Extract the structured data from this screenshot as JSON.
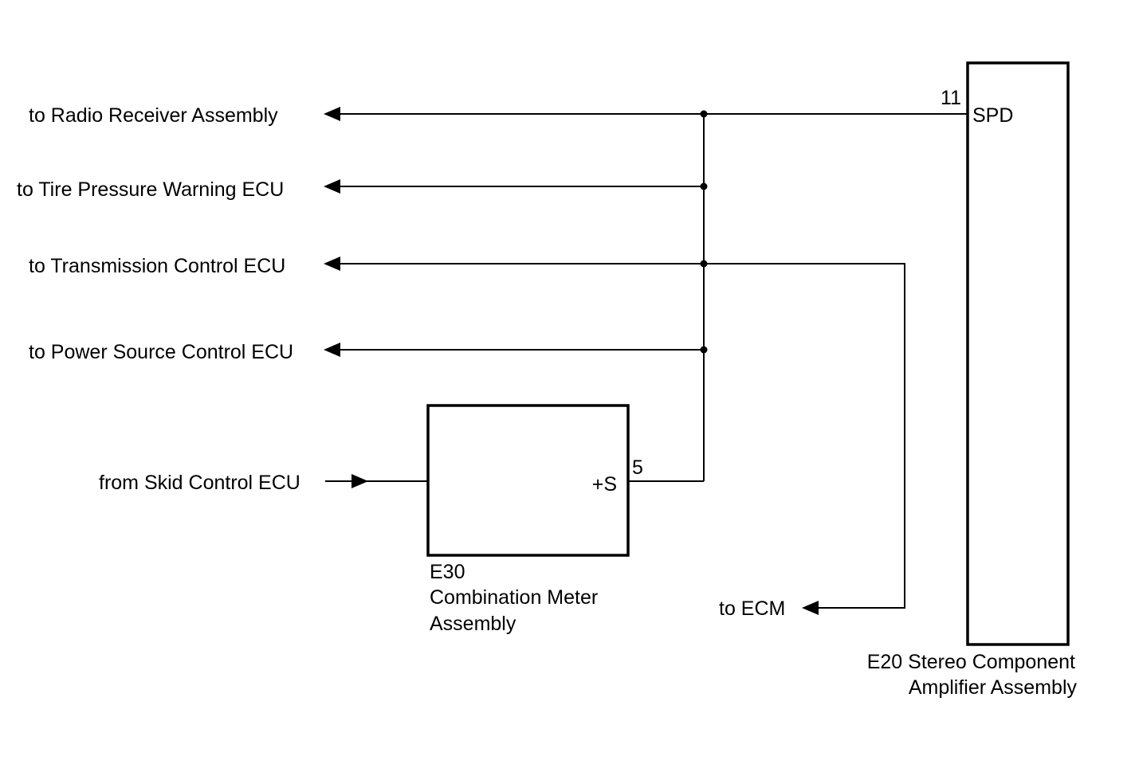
{
  "destinations": {
    "radio": "to Radio Receiver Assembly",
    "tire": "to Tire Pressure Warning ECU",
    "transmission": "to Transmission Control ECU",
    "power": "to Power Source Control ECU",
    "ecm": "to ECM"
  },
  "source": {
    "skid": "from Skid Control ECU"
  },
  "combination_meter": {
    "connector": "E30",
    "name_line1": "Combination Meter",
    "name_line2": "Assembly",
    "terminal_label": "+S",
    "terminal_number": "5"
  },
  "amplifier": {
    "name_line1": "E20 Stereo Component",
    "name_line2": "Amplifier Assembly",
    "terminal_label": "SPD",
    "terminal_number": "11"
  }
}
